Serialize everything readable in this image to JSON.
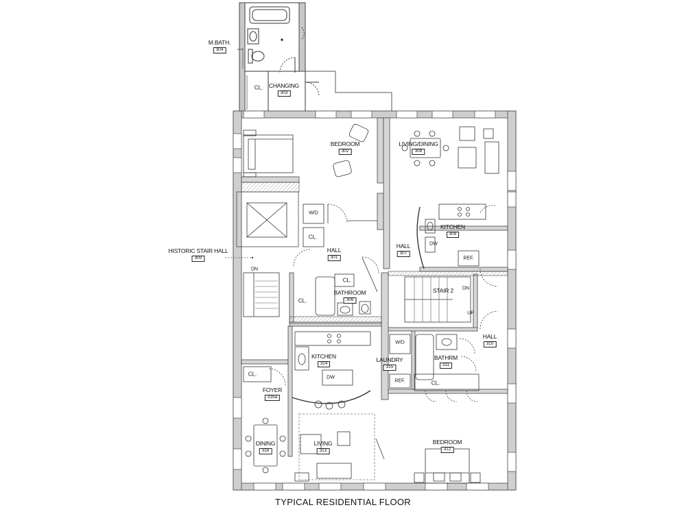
{
  "title": "TYPICAL RESIDENTIAL FLOOR",
  "rooms": [
    {
      "name": "M.BATH.",
      "number": "304"
    },
    {
      "name": "CHANGING",
      "number": "303"
    },
    {
      "name": "BEDROOM",
      "number": "302"
    },
    {
      "name": "LIVING/DINING",
      "number": "308"
    },
    {
      "name": "KITCHEN",
      "number": "309"
    },
    {
      "name": "HISTORIC STAIR HALL",
      "number": "300"
    },
    {
      "name": "HALL",
      "number": "301"
    },
    {
      "name": "HALL",
      "number": "307"
    },
    {
      "name": "BATHROOM",
      "number": "306"
    },
    {
      "name": "STAIR 2",
      "number": ""
    },
    {
      "name": "HALL",
      "number": "310"
    },
    {
      "name": "KITCHEN",
      "number": "314"
    },
    {
      "name": "LAUNDRY",
      "number": "315"
    },
    {
      "name": "BATHRM",
      "number": "311"
    },
    {
      "name": "FOYER",
      "number": "316a"
    },
    {
      "name": "DINING",
      "number": "316"
    },
    {
      "name": "LIVING",
      "number": "313"
    },
    {
      "name": "BEDROOM",
      "number": "312"
    }
  ],
  "tags": {
    "closet": "CL.",
    "washer_dryer": "W/D",
    "dishwasher": "DW",
    "refrigerator": "REF.",
    "down": "DN",
    "up": "UP"
  }
}
